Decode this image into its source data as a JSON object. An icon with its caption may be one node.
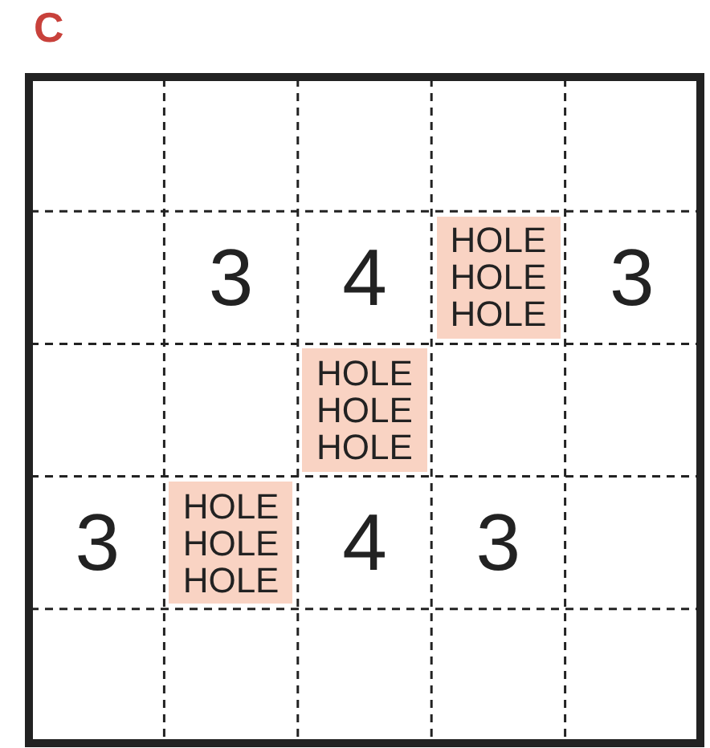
{
  "diagram": {
    "nodes": [
      {
        "text": [
          "HOLE HOLE HOLE"
        ]
      },
      {
        "text": [
          "HOLE HOLE HOLE"
        ]
      },
      {
        "text": [
          "HOLE HOLE HOLE"
        ]
      }
    ],
    "labels": [
      "C",
      "3",
      "4",
      "3",
      "3",
      "4",
      "3"
    ]
  }
}
